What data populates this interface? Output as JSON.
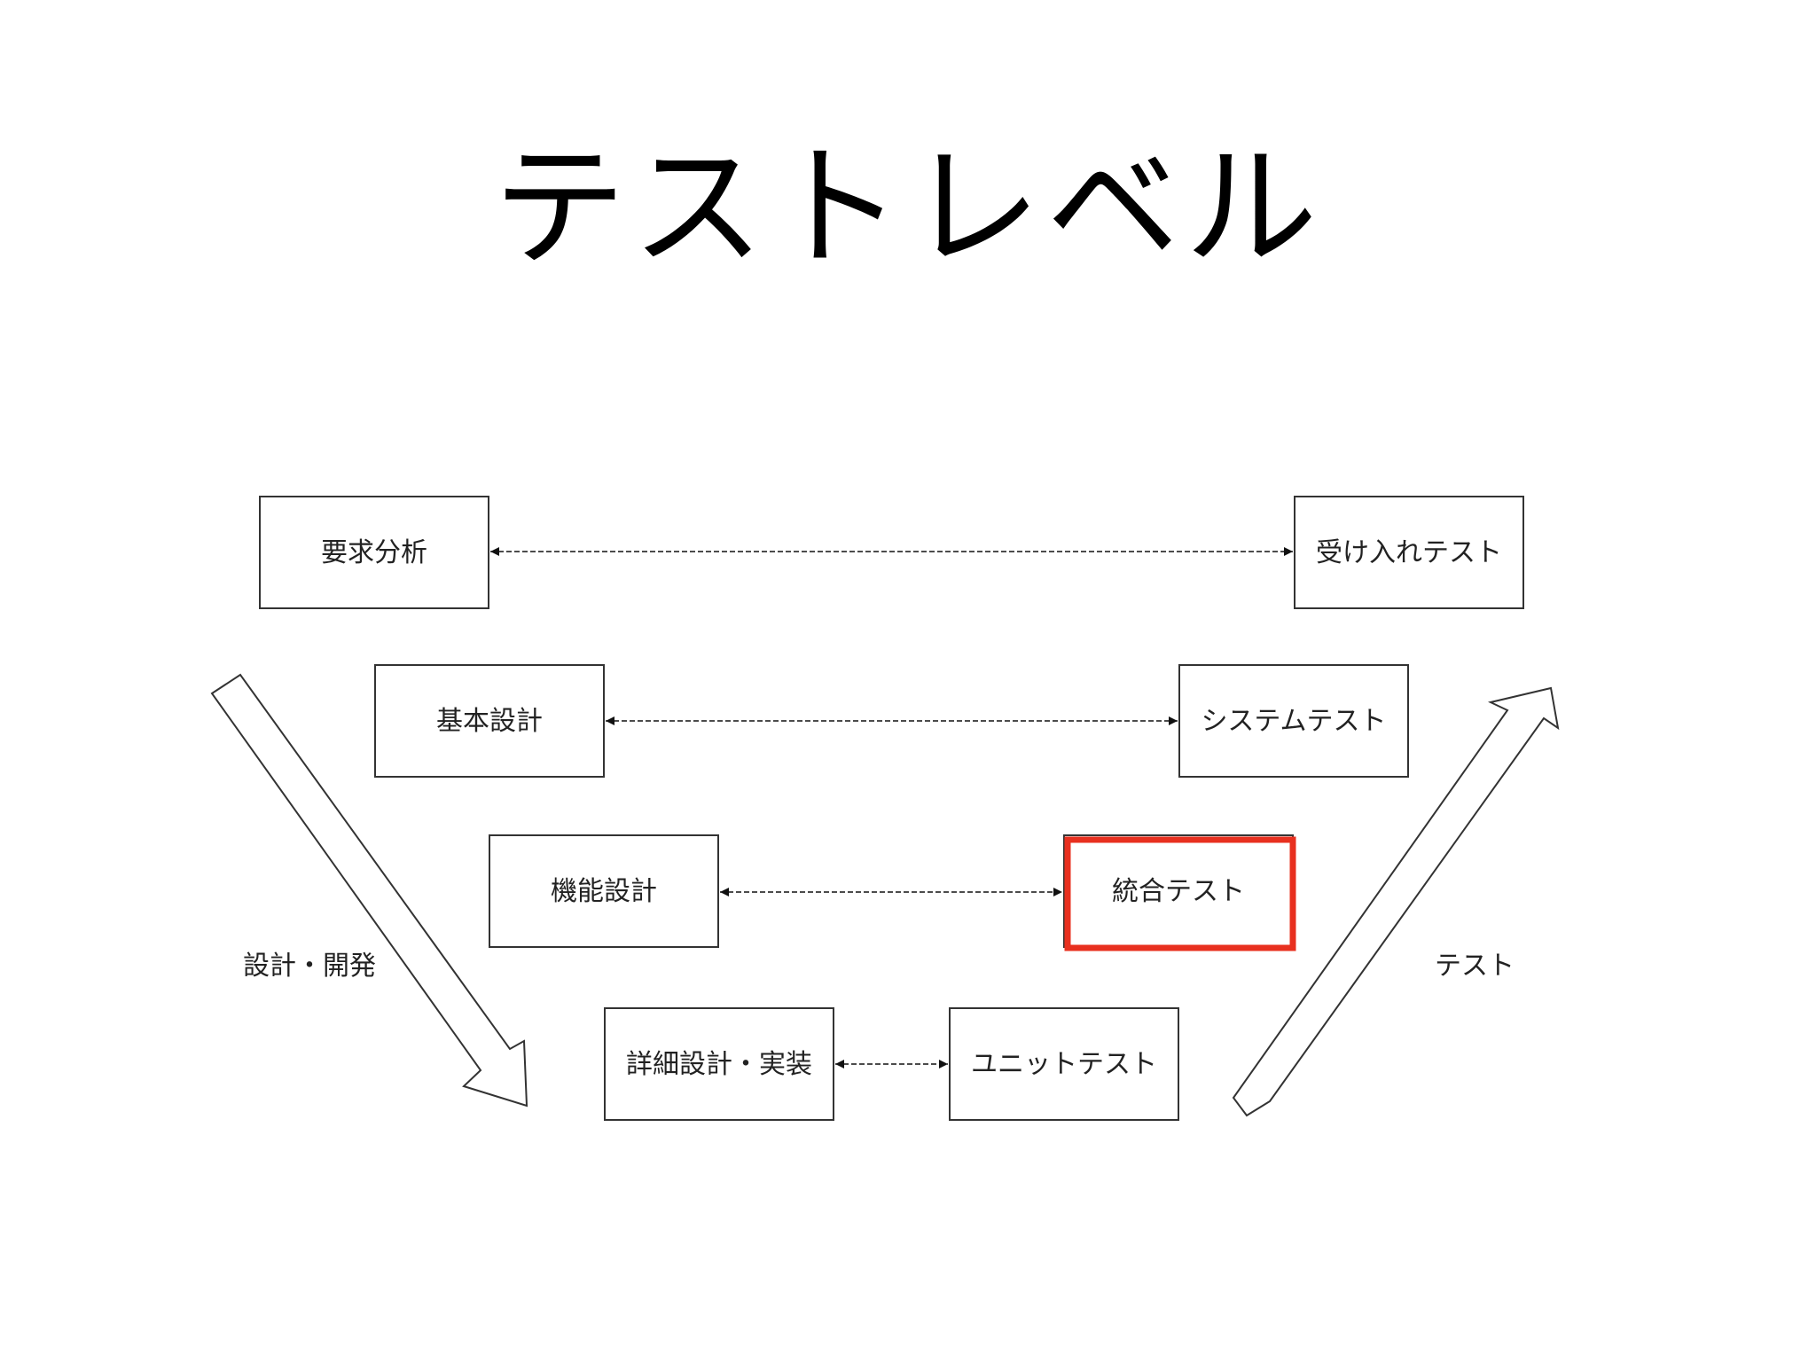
{
  "slide": {
    "title": "テストレベル"
  },
  "diagram": {
    "left_boxes": [
      {
        "label": "要求分析"
      },
      {
        "label": "基本設計"
      },
      {
        "label": "機能設計"
      },
      {
        "label": "詳細設計・実装"
      }
    ],
    "right_boxes": [
      {
        "label": "受け入れテスト"
      },
      {
        "label": "システムテスト"
      },
      {
        "label": "統合テスト",
        "highlighted": true
      },
      {
        "label": "ユニットテスト"
      }
    ],
    "left_arrow_label": "設計・開発",
    "right_arrow_label": "テスト"
  },
  "colors": {
    "highlight": "#e8301f",
    "box_border": "#333333",
    "connector": "#111111"
  }
}
